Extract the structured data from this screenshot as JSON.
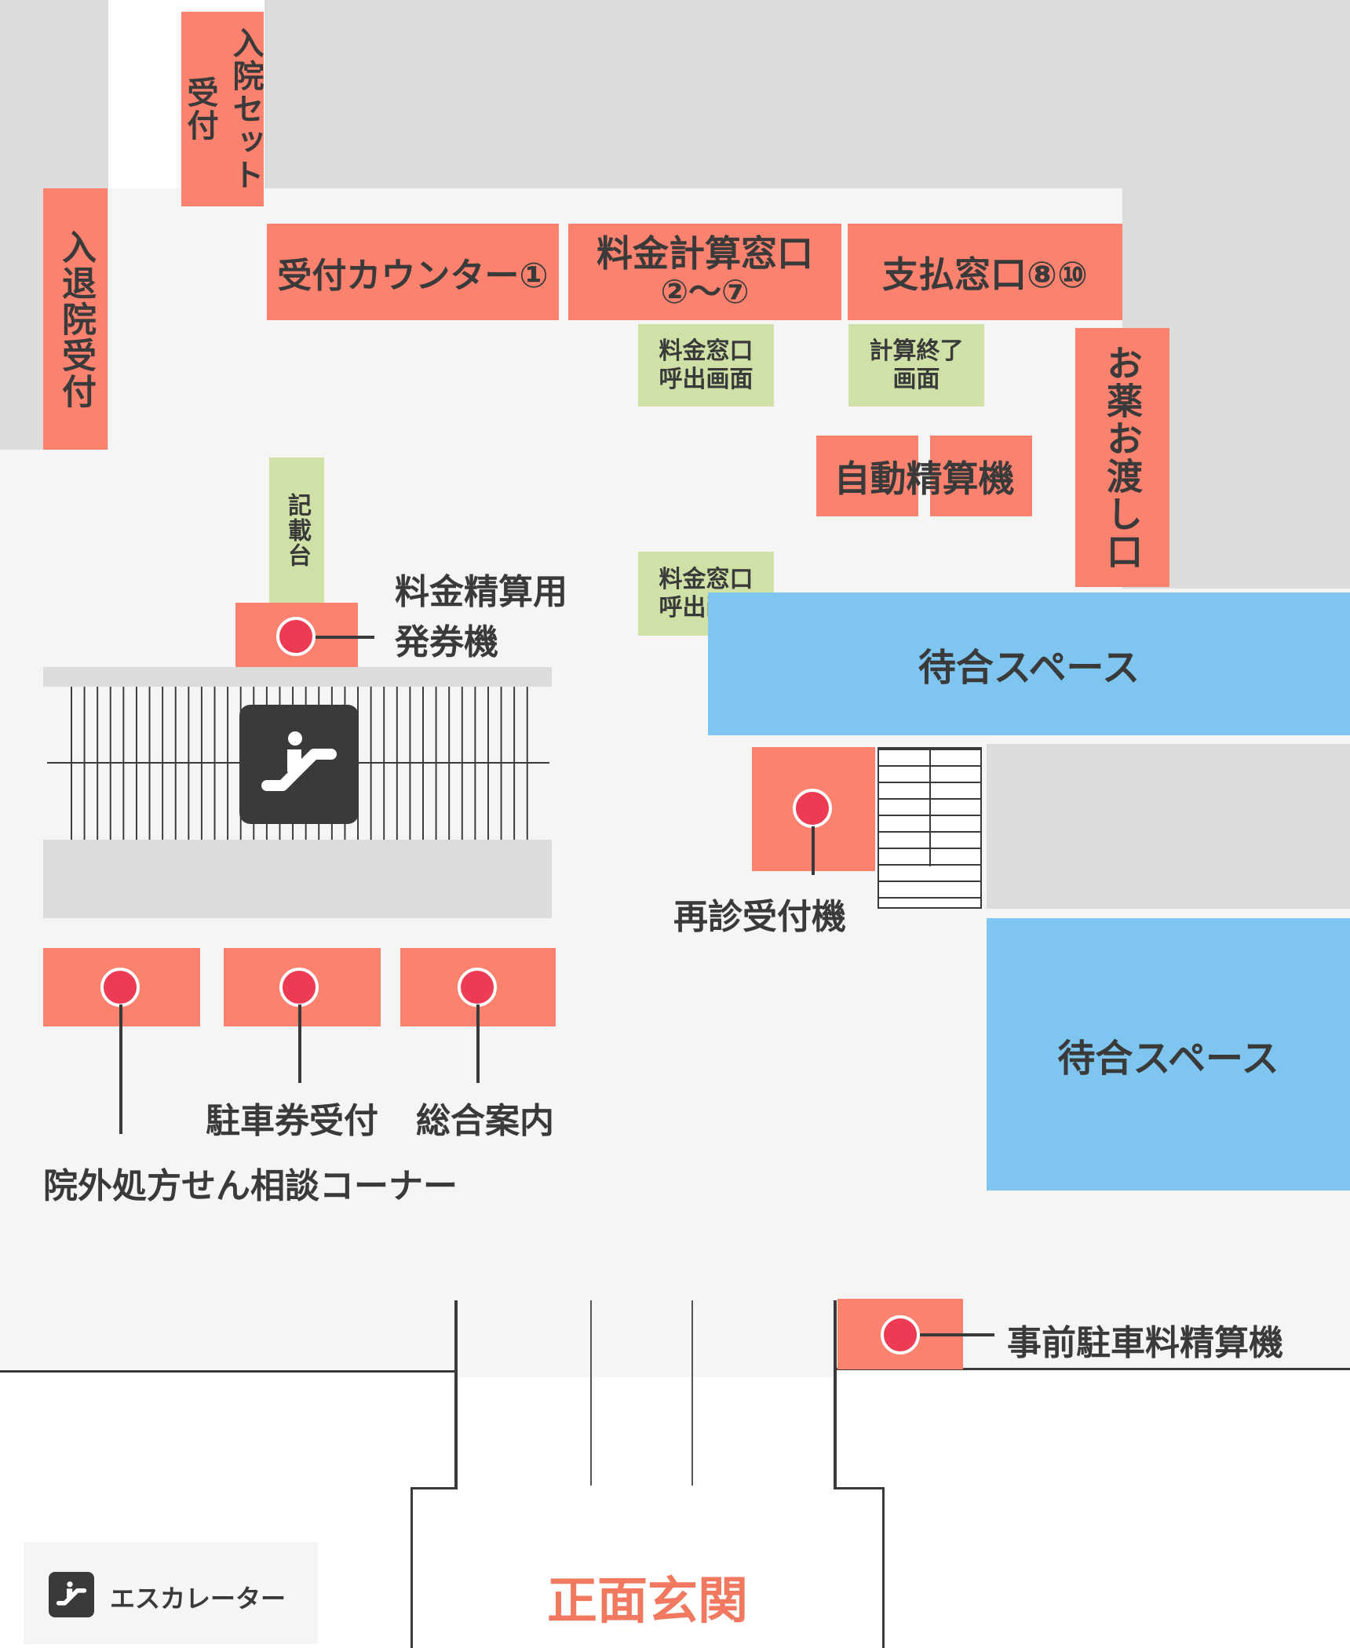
{
  "rooms": {
    "nyuin_set": "入院セット受付",
    "reception_counter": "受付カウンター①",
    "fee_calc_line1": "料金計算窓口",
    "fee_calc_line2": "②～⑦",
    "payment": "支払窓口⑧⑩",
    "discharge": "入退院受付",
    "medicine": "お薬お渡し口",
    "auto_pay": "自動精算機"
  },
  "screens": {
    "call_top_line1": "料金窓口",
    "call_top_line2": "呼出画面",
    "calc_done_line1": "計算終了",
    "calc_done_line2": "画面",
    "call_mid_line1": "料金窓口",
    "call_mid_line2": "呼出画面",
    "writing_desk": "記載台"
  },
  "waiting": {
    "top": "待合スペース",
    "bottom": "待合スペース"
  },
  "machines": {
    "ticket_line1": "料金精算用",
    "ticket_line2": "発券機",
    "revisit": "再診受付機",
    "parking_ticket": "駐車券受付",
    "info": "総合案内",
    "prescription": "院外処方せん相談コーナー",
    "pre_parking_pay": "事前駐車料精算機"
  },
  "entrance": "正面玄関",
  "legend": {
    "escalator": "エスカレーター",
    "icon": "escalator-icon"
  },
  "colors": {
    "facility": "#fa826e",
    "screen": "#cfe1a6",
    "waiting": "#7ec6ef",
    "marker": "#ec3b52"
  }
}
